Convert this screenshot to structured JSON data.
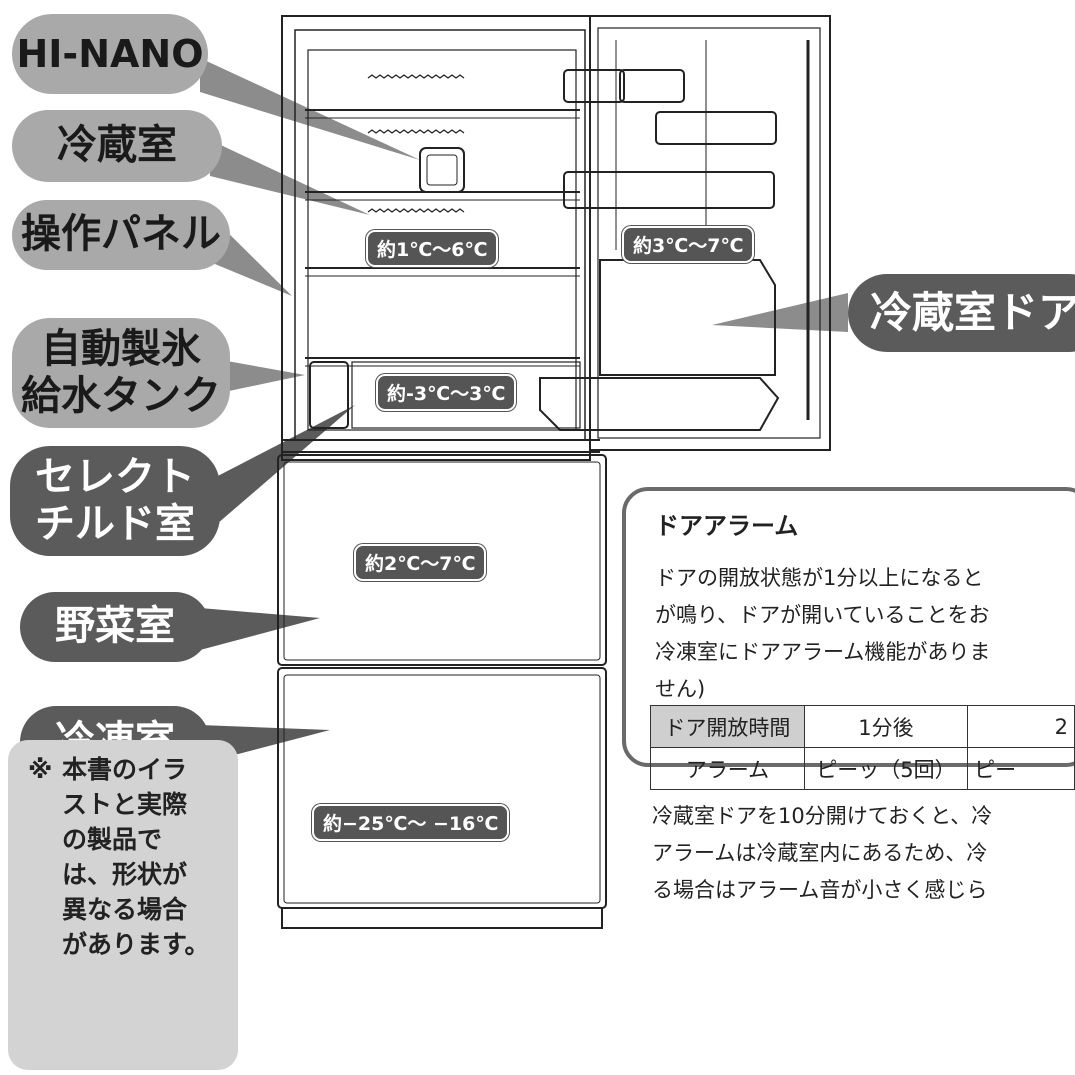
{
  "labels": {
    "hi_nano": "HI-NANO",
    "fridge": "冷蔵室",
    "control_panel": "操作パネル",
    "ice_tank_line1": "自動製氷",
    "ice_tank_line2": "給水タンク",
    "select_chilled_line1": "セレクト",
    "select_chilled_line2": "チルド室",
    "vegetable": "野菜室",
    "freezer": "冷凍室",
    "fridge_door": "冷蔵室ドア"
  },
  "temperatures": {
    "fridge": "約1℃〜6℃",
    "door": "約3℃〜7℃",
    "chilled": "約-3℃〜3℃",
    "vegetable": "約2℃〜7℃",
    "freezer": "約−25℃〜 −16℃"
  },
  "note": {
    "mark": "※",
    "text": "本書のイラストと実際の製品では、形状が異なる場合があります。"
  },
  "alarm": {
    "title": "ドアアラーム",
    "lines": [
      "ドアの開放状態が1分以上になると",
      "が鳴り、ドアが開いていることをお",
      "冷凍室にドアアラーム機能がありま",
      "せん)"
    ],
    "table": {
      "row1": [
        "ドア開放時間",
        "1分後",
        "2"
      ],
      "row2": [
        "アラーム",
        "ピーッ（5回）",
        "ピー"
      ]
    },
    "footer_lines": [
      "冷蔵室ドアを10分開けておくと、冷",
      "アラームは冷蔵室内にあるため、冷",
      "る場合はアラーム音が小さく感じら"
    ]
  },
  "colors": {
    "pill_light": "#a9a9a9",
    "pill_dark": "#5b5b5b",
    "badge": "#555555",
    "note_bg": "#d3d3d3"
  }
}
